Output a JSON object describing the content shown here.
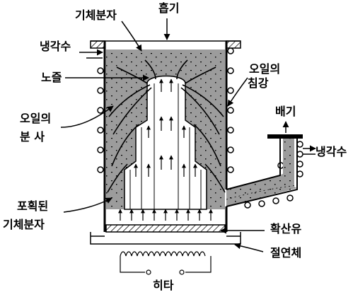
{
  "labels": {
    "gas_molecules": "기체분자",
    "intake": "흡기",
    "coolant_in": "냉각수",
    "nozzle": "노즐",
    "oil_descent_1": "오일의",
    "oil_descent_2": "침강",
    "oil_jet_1": "오일의",
    "oil_jet_2": "분 사",
    "exhaust": "배기",
    "coolant_out": "냉각수",
    "trapped_1": "포획된",
    "trapped_2": "기체분자",
    "diffusion_oil": "확산유",
    "insulator": "절연체",
    "heater": "히타"
  }
}
